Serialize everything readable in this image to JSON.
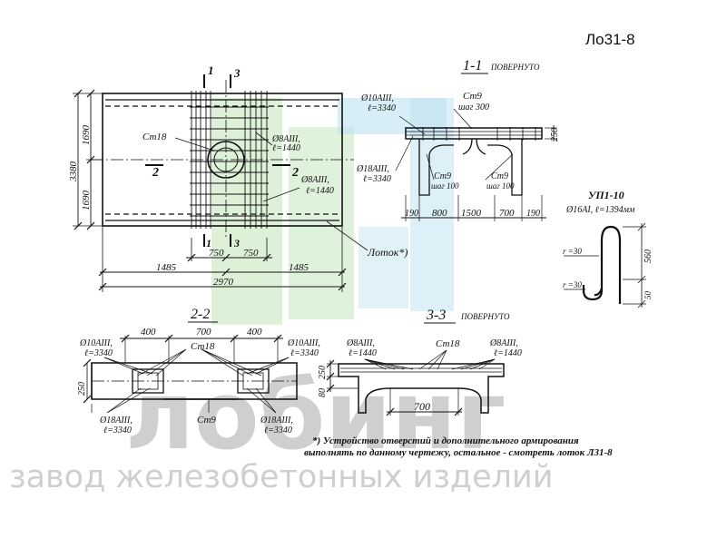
{
  "doc_title": "Ло31-8",
  "sections": {
    "s11": "1-1",
    "s11_note": "ПОВЕРНУТО",
    "s22": "2-2",
    "s33": "3-3",
    "s33_note": "ПОВЕРНУТО",
    "cut1": "1",
    "cut3": "3",
    "cut2": "2"
  },
  "plan": {
    "dim_total_h": "3380",
    "dim_half_top": "1690",
    "dim_half_bottom": "1690",
    "dim_750a": "750",
    "dim_750b": "750",
    "dim_1485a": "1485",
    "dim_1485b": "1485",
    "dim_2970": "2970",
    "lbl_st18": "Ст18",
    "lbl_d8_a": "Ø8AIII,",
    "lbl_d8_a_len": "ℓ=1440",
    "lbl_d8_b": "Ø8AIII,",
    "lbl_d8_b_len": "ℓ=1440",
    "lbl_lotok": "Лоток*)"
  },
  "section11": {
    "lbl_d10": "Ø10AIII,",
    "lbl_d10_len": "ℓ=3340",
    "lbl_st9": "Ст9",
    "lbl_step300": "шаг 300",
    "lbl_d18": "Ø18AIII,",
    "lbl_d18_len": "ℓ=3340",
    "lbl_st9_a": "Ст9",
    "lbl_step100_a": "шаг 100",
    "lbl_st9_b": "Ст9",
    "lbl_step100_b": "шаг 100",
    "dim_250": "250",
    "dims_bottom": [
      "190",
      "800",
      "1500",
      "700",
      "190"
    ]
  },
  "up": {
    "title": "УП1-10",
    "spec": "Ø16AI, ℓ=1394мм",
    "r_top": "r =30",
    "r_bottom": "r =30",
    "dim_560": "560",
    "dim_50": "50"
  },
  "section22": {
    "dim_400a": "400",
    "dim_700": "700",
    "dim_400b": "400",
    "lbl_d10_l": "Ø10AIII,",
    "lbl_d10_l_len": "ℓ=3340",
    "lbl_d10_r": "Ø10AIII,",
    "lbl_d10_r_len": "ℓ=3340",
    "lbl_st18": "Ст18",
    "lbl_d18_l": "Ø18AIII,",
    "lbl_d18_l_len": "ℓ=3340",
    "lbl_st9": "Ст9",
    "lbl_d18_r": "Ø18AIII,",
    "lbl_d18_r_len": "ℓ=3340",
    "dim_250": "250"
  },
  "section33": {
    "lbl_d8_l": "Ø8AIII,",
    "lbl_d8_l_len": "ℓ=1440",
    "lbl_st18": "Ст18",
    "lbl_d8_r": "Ø8AIII,",
    "lbl_d8_r_len": "ℓ=1440",
    "dim_250": "250",
    "dim_80": "80",
    "dim_700": "700"
  },
  "note": {
    "line1": "*) Устройство отверстий и дополнительного армирования",
    "line2": "выполнять по данному чертежу, остальное - смотреть лоток Л31-8"
  },
  "watermark": {
    "brand": "лобинг",
    "tagline": "завод железобетонных изделий"
  },
  "colors": {
    "ink": "#111111",
    "watermark_green": "#b9e3b3",
    "watermark_blue": "#b7dff0",
    "watermark_gray": "#cfcfcf"
  }
}
